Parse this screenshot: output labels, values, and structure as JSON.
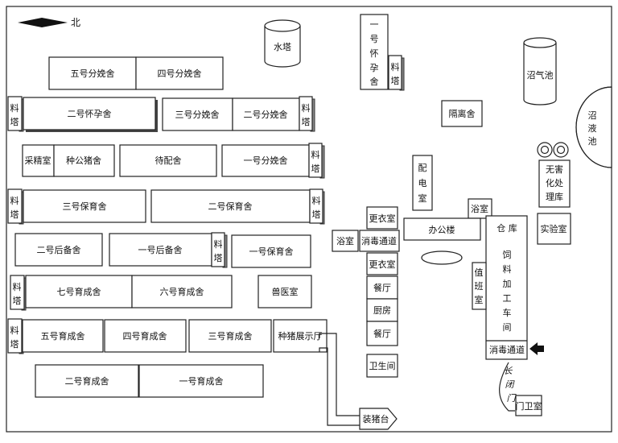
{
  "north": "北",
  "tower": "料",
  "tower2": "塔",
  "buildings": {
    "fen5": "五号分娩舍",
    "fen4": "四号分娩舍",
    "huai2": "二号怀孕舍",
    "fen3": "三号分娩舍",
    "fen2": "二号分娩舍",
    "caijing": "采精室",
    "zhonggong": "种公猪舍",
    "daipei": "待配舍",
    "fen1": "一号分娩舍",
    "bao3": "三号保育舍",
    "bao2": "二号保育舍",
    "hou2": "二号后备舍",
    "hou1": "一号后备舍",
    "bao1": "一号保育舍",
    "yu7": "七号育成舍",
    "yu6": "六号育成舍",
    "shouyi": "兽医室",
    "yu5": "五号育成舍",
    "yu4": "四号育成舍",
    "yu3": "三号育成舍",
    "zhanshi": "种猪展示厅",
    "yu2": "二号育成舍",
    "yu1": "一号育成舍",
    "shuita": "水塔",
    "huai1_a": "一",
    "huai1_b": "号",
    "huai1_c": "怀",
    "huai1_d": "孕",
    "huai1_e": "舍",
    "geli": "隔离舍",
    "zhaoqi": "沼气池",
    "zhaoye_a": "沼",
    "zhaoye_b": "液",
    "zhaoye_c": "池",
    "wuhai_a": "无害",
    "wuhai_b": "化处",
    "wuhai_c": "理库",
    "peidian_a": "配",
    "peidian_b": "电",
    "peidian_c": "室",
    "yushi1": "浴室",
    "yushi2": "浴室",
    "gengyi1": "更衣室",
    "gengyi2": "更衣室",
    "xiaodu1": "消毒通道",
    "xiaodu2": "消毒通道",
    "bangong": "办公楼",
    "canting1": "餐厅",
    "chufang": "厨房",
    "canting2": "餐厅",
    "weisheng": "卫生间",
    "cangku": "仓 库",
    "siliao_a": "饲",
    "siliao_b": "料",
    "siliao_c": "加",
    "siliao_d": "工",
    "siliao_e": "车",
    "siliao_f": "间",
    "zhiban_a": "值",
    "zhiban_b": "班",
    "zhiban_c": "室",
    "shiyan": "实验室",
    "zhuangzhu": "装猪台",
    "changbi_a": "长",
    "changbi_b": "闭",
    "changbi_c": "门",
    "menwei": "门卫室"
  }
}
